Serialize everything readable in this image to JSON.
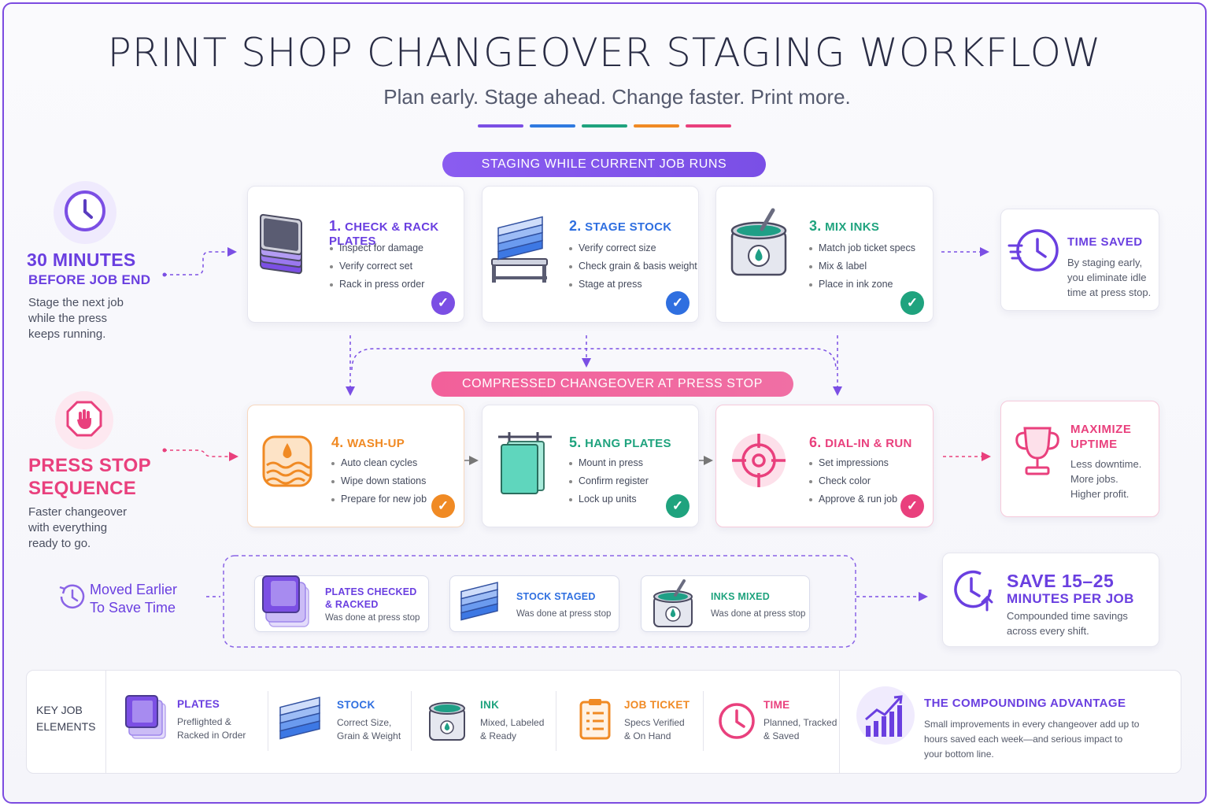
{
  "header": {
    "title": "PRINT SHOP CHANGEOVER STAGING WORKFLOW",
    "subtitle": "Plan early. Stage ahead. Change faster. Print more."
  },
  "colors": {
    "purple": "#7b4fe4",
    "blue": "#2f6fe0",
    "teal": "#1fa37e",
    "orange": "#f08a24",
    "pink": "#e9407d",
    "bars": [
      "#7b4fe4",
      "#2f7ae0",
      "#1fa37e",
      "#f08a24",
      "#e9407d"
    ]
  },
  "sections": {
    "staging_label": "STAGING WHILE CURRENT JOB RUNS",
    "press_stop_label": "COMPRESSED CHANGEOVER AT PRESS STOP"
  },
  "left_top": {
    "icon": "clock-icon",
    "line1": "30 MINUTES",
    "line2": "BEFORE JOB END",
    "text": [
      "Stage the next job",
      "while the press",
      "keeps running."
    ]
  },
  "left_bottom": {
    "icon": "stop-hand-icon",
    "line1": "PRESS STOP",
    "line2": "SEQUENCE",
    "text": [
      "Faster changeover",
      "with everything",
      "ready to go."
    ]
  },
  "steps": [
    {
      "num": "1.",
      "title": "CHECK & RACK PLATES",
      "icon": "plates-stack-icon",
      "bullets": [
        "Inspect for damage",
        "Verify correct set",
        "Rack in press order"
      ]
    },
    {
      "num": "2.",
      "title": "STAGE STOCK",
      "icon": "paper-stock-cart-icon",
      "bullets": [
        "Verify correct size",
        "Check grain & basis weight",
        "Stage at press"
      ]
    },
    {
      "num": "3.",
      "title": "MIX INKS",
      "icon": "ink-can-icon",
      "bullets": [
        "Match job ticket specs",
        "Mix & label",
        "Place in ink zone"
      ]
    },
    {
      "num": "4.",
      "title": "WASH-UP",
      "icon": "wash-roller-icon",
      "bullets": [
        "Auto clean cycles",
        "Wipe down stations",
        "Prepare for new job"
      ]
    },
    {
      "num": "5.",
      "title": "HANG PLATES",
      "icon": "hanging-plates-icon",
      "bullets": [
        "Mount in press",
        "Confirm register",
        "Lock up units"
      ]
    },
    {
      "num": "6.",
      "title": "DIAL-IN & RUN",
      "icon": "target-icon",
      "bullets": [
        "Set impressions",
        "Check color",
        "Approve & run job"
      ]
    }
  ],
  "time_saved": {
    "icon": "fast-clock-icon",
    "title": "TIME SAVED",
    "text": [
      "By staging early,",
      "you eliminate idle",
      "time at press stop."
    ]
  },
  "maximize": {
    "icon": "trophy-icon",
    "title": [
      "MAXIMIZE",
      "UPTIME"
    ],
    "text": [
      "Less downtime.",
      "More jobs.",
      "Higher profit."
    ]
  },
  "moved": {
    "icon": "clock-rewind-icon",
    "text": [
      "Moved Earlier",
      "To Save Time"
    ],
    "items": [
      {
        "title": [
          "PLATES CHECKED",
          "& RACKED"
        ],
        "sub": "Was done at press stop",
        "icon": "plates-stack-icon"
      },
      {
        "title": [
          "STOCK STAGED"
        ],
        "sub": "Was done at press stop",
        "icon": "paper-stock-icon"
      },
      {
        "title": [
          "INKS MIXED"
        ],
        "sub": "Was done at press stop",
        "icon": "ink-can-icon"
      }
    ]
  },
  "save": {
    "icon": "clock-arrow-icon",
    "line1": "SAVE 15–25",
    "line2": "MINUTES PER JOB",
    "text": [
      "Compounded time savings",
      "across every shift."
    ]
  },
  "key": {
    "label": [
      "KEY JOB",
      "ELEMENTS"
    ],
    "items": [
      {
        "title": "PLATES",
        "sub": [
          "Preflighted &",
          "Racked in Order"
        ],
        "icon": "plates-stack-icon"
      },
      {
        "title": "STOCK",
        "sub": [
          "Correct Size,",
          "Grain & Weight"
        ],
        "icon": "paper-stock-icon"
      },
      {
        "title": "INK",
        "sub": [
          "Mixed, Labeled",
          "& Ready"
        ],
        "icon": "ink-can-icon"
      },
      {
        "title": "JOB TICKET",
        "sub": [
          "Specs Verified",
          "& On Hand"
        ],
        "icon": "clipboard-icon"
      },
      {
        "title": "TIME",
        "sub": [
          "Planned, Tracked",
          "& Saved"
        ],
        "icon": "clock-icon"
      }
    ],
    "advantage": {
      "icon": "bar-chart-growth-icon",
      "title": "THE COMPOUNDING ADVANTAGE",
      "text": [
        "Small improvements in every changeover add up to",
        "hours saved each week—and serious impact to",
        "your bottom line."
      ]
    }
  }
}
